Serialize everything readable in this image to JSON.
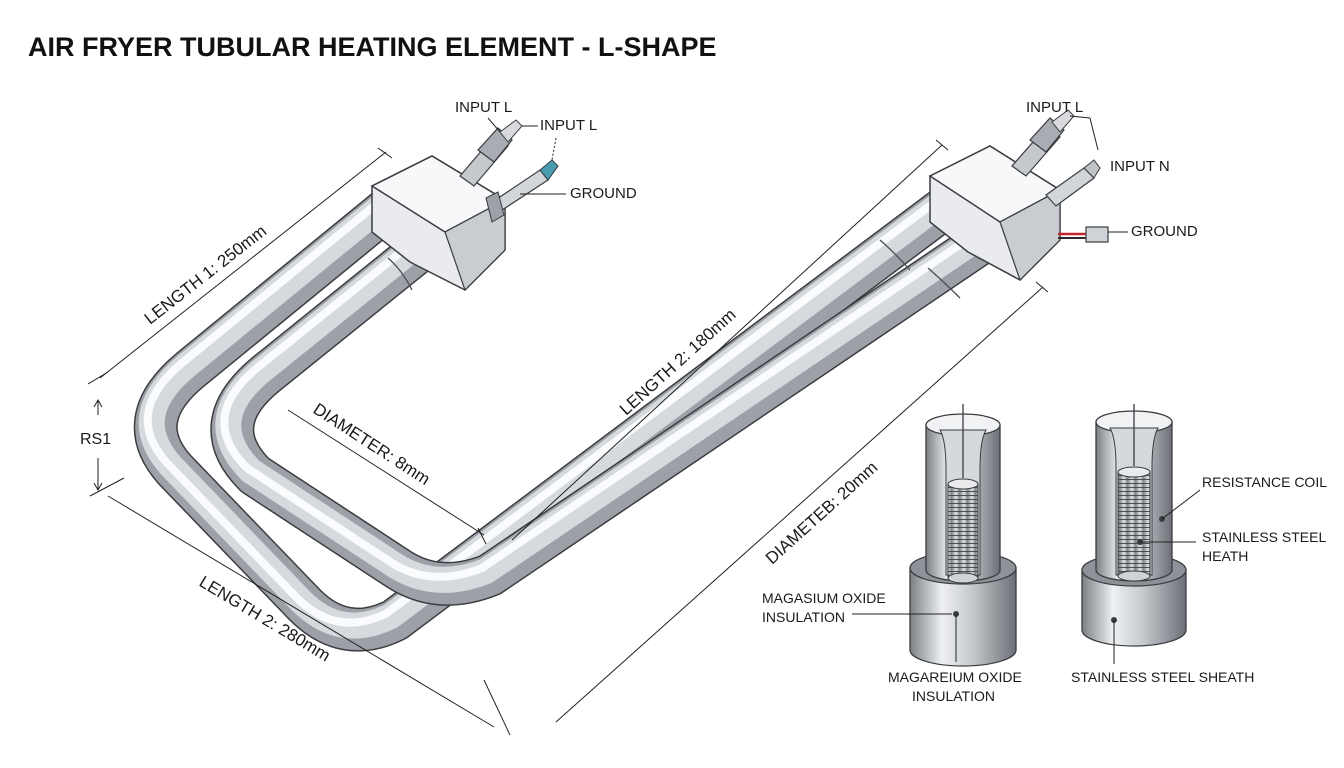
{
  "title": "AIR FRYER TUBULAR HEATING ELEMENT - L-SHAPE",
  "left_terminal": {
    "input_l_1": "INPUT L",
    "input_l_2": "INPUT L",
    "ground": "GROUND"
  },
  "right_terminal": {
    "input_l": "INPUT L",
    "input_n": "INPUT N",
    "ground": "GROUND"
  },
  "dimensions": {
    "length_1": "LENGTH 1: 250mm",
    "length_2_upper": "LENGTH 2: 180mm",
    "length_2_lower": "LENGTH 2: 280mm",
    "diameter_inner": "DIAMETER: 8mm",
    "diameter_outer": "DIAMETEB: 20mm",
    "rs1": "RS1"
  },
  "cross_section_left": {
    "insulation_side": [
      "MAGASIUM OXIDE",
      "INSULATION"
    ],
    "insulation_bottom": [
      "MAGAREIUM OXIDE",
      "INSULATION"
    ]
  },
  "cross_section_right": {
    "resistance_coil": "RESISTANCE COIL",
    "sheath_side": [
      "STAINLESS STEEL",
      "HEATH"
    ],
    "sheath_bottom": "STAINLESS STEEL SHEATH"
  },
  "colors": {
    "tube_light": "#f4f5f7",
    "tube_mid": "#b9bcc2",
    "tube_dark": "#6e7278",
    "outline": "#3a3c40",
    "ground_wire_red": "#c0282d"
  }
}
